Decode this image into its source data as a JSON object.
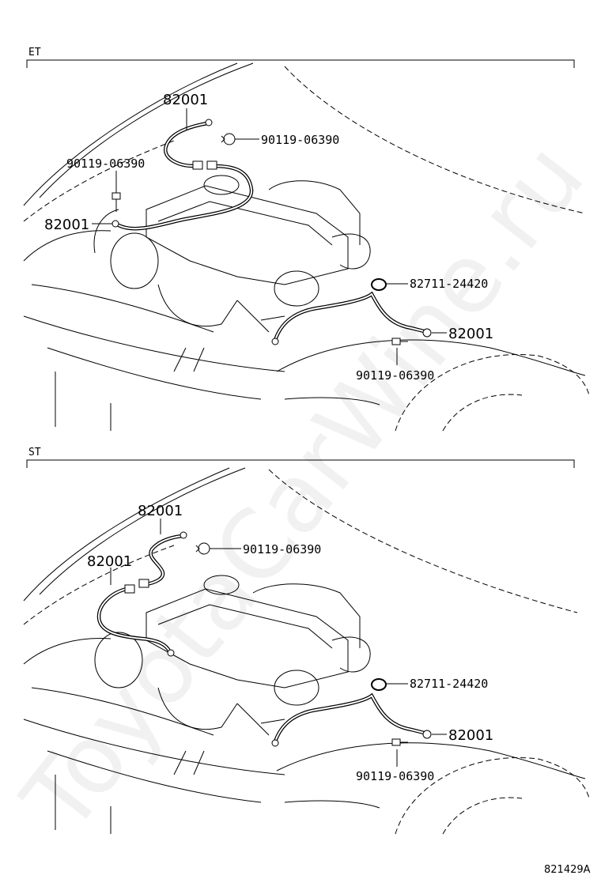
{
  "watermark": "ToyotaCarWine.ru",
  "sections": [
    {
      "id": "et",
      "title": "ET",
      "callouts": {
        "sensor_top": "82001",
        "bolt_right": "90119-06390",
        "bolt_left": "90119-06390",
        "sensor_left": "82001",
        "clamp": "82711-24420",
        "sensor_right": "82001",
        "bolt_bottom": "90119-06390"
      }
    },
    {
      "id": "st",
      "title": "ST",
      "callouts": {
        "sensor_top": "82001",
        "bolt_right": "90119-06390",
        "sensor_left": "82001",
        "clamp": "82711-24420",
        "sensor_right": "82001",
        "bolt_bottom": "90119-06390"
      }
    }
  ],
  "figure_id": "821429A"
}
